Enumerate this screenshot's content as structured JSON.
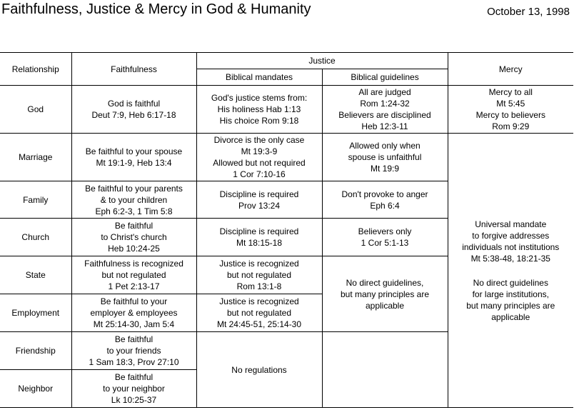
{
  "title": "Faithfulness, Justice & Mercy in God & Humanity",
  "date": "October 13, 1998",
  "headers": {
    "relationship": "Relationship",
    "faithfulness": "Faithfulness",
    "justice": "Justice",
    "mandates": "Biblical mandates",
    "guidelines": "Biblical guidelines",
    "mercy": "Mercy"
  },
  "rows": {
    "god": {
      "label": "God",
      "faith": [
        "God is faithful",
        "Deut 7:9, Heb 6:17-18"
      ],
      "mandates": [
        "God's justice stems from:",
        "His holiness  Hab 1:13",
        "His choice  Rom 9:18"
      ],
      "guidelines": [
        "All are judged",
        "Rom 1:24-32",
        "Believers are disciplined",
        "Heb 12:3-11"
      ],
      "mercy": [
        "Mercy to all",
        "Mt 5:45",
        "Mercy to believers",
        "Rom 9:29"
      ]
    },
    "marriage": {
      "label": "Marriage",
      "faith": [
        "Be faithful to your spouse",
        "Mt 19:1-9, Heb 13:4"
      ],
      "mandates": [
        "Divorce is the only case",
        "Mt 19:3-9",
        "Allowed but not required",
        "1 Cor 7:10-16"
      ],
      "guidelines": [
        "Allowed only when",
        "spouse is unfaithful",
        "Mt 19:9"
      ]
    },
    "family": {
      "label": "Family",
      "faith": [
        "Be faithful to your parents",
        "& to your children",
        "Eph 6:2-3, 1 Tim 5:8"
      ],
      "mandates": [
        "Discipline is required",
        "Prov 13:24"
      ],
      "guidelines": [
        "Don't provoke to anger",
        "Eph 6:4"
      ]
    },
    "church": {
      "label": "Church",
      "faith": [
        "Be faithful",
        "to Christ's church",
        "Heb 10:24-25"
      ],
      "mandates": [
        "Discipline is required",
        "Mt 18:15-18"
      ],
      "guidelines": [
        "Believers only",
        "1 Cor 5:1-13"
      ]
    },
    "state": {
      "label": "State",
      "faith": [
        "Faithfulness is recognized",
        "but not regulated",
        "1 Pet 2:13-17"
      ],
      "mandates": [
        "Justice is recognized",
        "but not regulated",
        "Rom 13:1-8"
      ]
    },
    "employment": {
      "label": "Employment",
      "faith": [
        "Be faithful to your",
        "employer & employees",
        "Mt 25:14-30, Jam 5:4"
      ],
      "mandates": [
        "Justice is recognized",
        "but not regulated",
        "Mt 24:45-51, 25:14-30"
      ]
    },
    "friendship": {
      "label": "Friendship",
      "faith": [
        "Be faithful",
        "to your friends",
        "1 Sam 18:3, Prov 27:10"
      ]
    },
    "neighbor": {
      "label": "Neighbor",
      "faith": [
        "Be faithful",
        "to your neighbor",
        "Lk 10:25-37"
      ]
    }
  },
  "merged": {
    "no_regulations": "No regulations",
    "no_direct_guidelines": [
      "No direct guidelines,",
      "but many principles are",
      "applicable"
    ],
    "mercy_universal": [
      "Universal mandate",
      "to forgive addresses",
      "individuals not institutions",
      "Mt 5:38-48, 18:21-35"
    ],
    "mercy_institutions": [
      "No direct guidelines",
      "for large institutions,",
      "but many principles are",
      "applicable"
    ]
  }
}
